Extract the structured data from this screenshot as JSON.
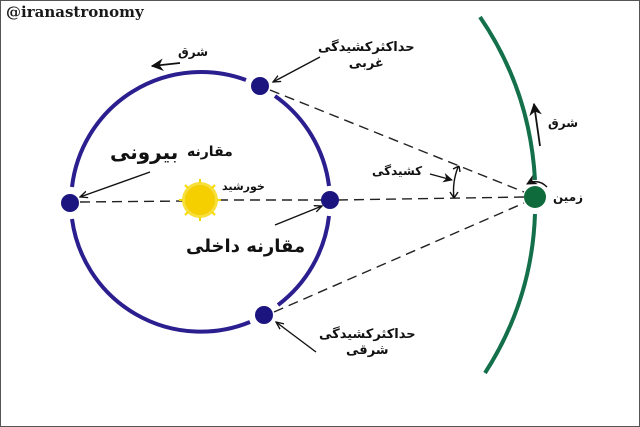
{
  "watermark": "@iranastronomy",
  "labels": {
    "max_west_elongation_line1": "حداکثرکشیدگی",
    "max_west_elongation_line2": "غربی",
    "max_east_elongation_line1": "حداکثرکشیدگی",
    "max_east_elongation_line2": "شرقی",
    "east_inner_orbit": "شرق",
    "east_earth_orbit": "شرق",
    "superior_conjunction_word1": "مقارنه",
    "superior_conjunction_word2": "بیرونی",
    "inferior_conjunction": "مقارنه داخلی",
    "sun": "خورشید",
    "elongation": "کشیدگی",
    "earth": "زمین"
  },
  "colors": {
    "planet_orbit": "#2b1f8f",
    "planet": "#1c1580",
    "sun": "#f5d000",
    "earth": "#0f6b3c",
    "earth_orbit": "#13704a",
    "text": "#111111",
    "frame": "#555555"
  }
}
